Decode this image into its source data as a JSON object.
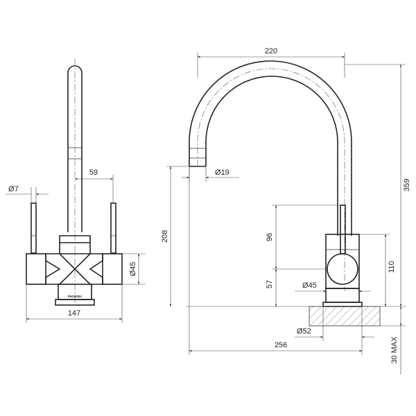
{
  "dimensions": {
    "left_view": {
      "lever_diameter": "7",
      "center_spacing": "59",
      "body_diameter": "45",
      "overall_width": "147"
    },
    "right_view": {
      "spout_reach": "220",
      "outlet_diameter": "19",
      "outlet_height": "208",
      "overall_height": "359",
      "lever_height": "96",
      "body_height": "110",
      "base_height": "57",
      "body_diameter": "45",
      "base_diameter": "52",
      "overall_depth": "256",
      "bench_thickness": "30 MAX"
    }
  },
  "branding": {
    "logo_text": "PHOENIX"
  }
}
